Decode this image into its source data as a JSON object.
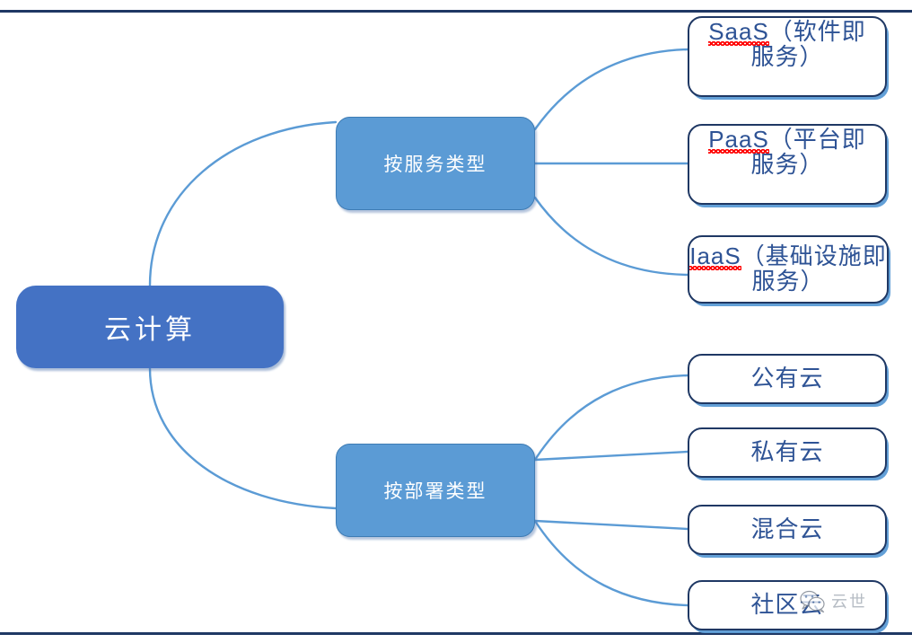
{
  "diagram": {
    "type": "mind-map",
    "title_node": "云计算",
    "colors": {
      "root_fill": "#4472C4",
      "branch_fill": "#5B9BD5",
      "leaf_fill": "#FFFFFF",
      "leaf_border": "#1F3864",
      "leaf_text": "#2E5395",
      "connector": "#5B9BD5",
      "rule": "#1F3864",
      "spellcheck_underline": "#FF0000"
    },
    "root": {
      "label": "云计算"
    },
    "branches": [
      {
        "id": "service-type",
        "label": "按服务类型",
        "leaves": [
          {
            "id": "saas",
            "acronym": "SaaS",
            "rest": "（软件即服务）",
            "label": "SaaS（软件即服务）",
            "misspelled": true,
            "clipped": true
          },
          {
            "id": "paas",
            "acronym": "PaaS",
            "rest": "（平台即服务）",
            "label": "PaaS（平台即服务）",
            "misspelled": true,
            "clipped": false
          },
          {
            "id": "iaas",
            "acronym": "IaaS",
            "rest": "（基础设施即服务）",
            "label": "IaaS（基础设施即服务）",
            "misspelled": true,
            "clipped": false
          }
        ]
      },
      {
        "id": "deployment-type",
        "label": "按部署类型",
        "leaves": [
          {
            "id": "public-cloud",
            "label": "公有云",
            "misspelled": false,
            "clipped": false
          },
          {
            "id": "private-cloud",
            "label": "私有云",
            "misspelled": false,
            "clipped": false
          },
          {
            "id": "hybrid-cloud",
            "label": "混合云",
            "misspelled": false,
            "clipped": false
          },
          {
            "id": "community-cloud",
            "label": "社区云",
            "misspelled": false,
            "clipped": false
          }
        ]
      }
    ],
    "watermark": {
      "text": "云世",
      "icon": "wechat-icon"
    }
  }
}
